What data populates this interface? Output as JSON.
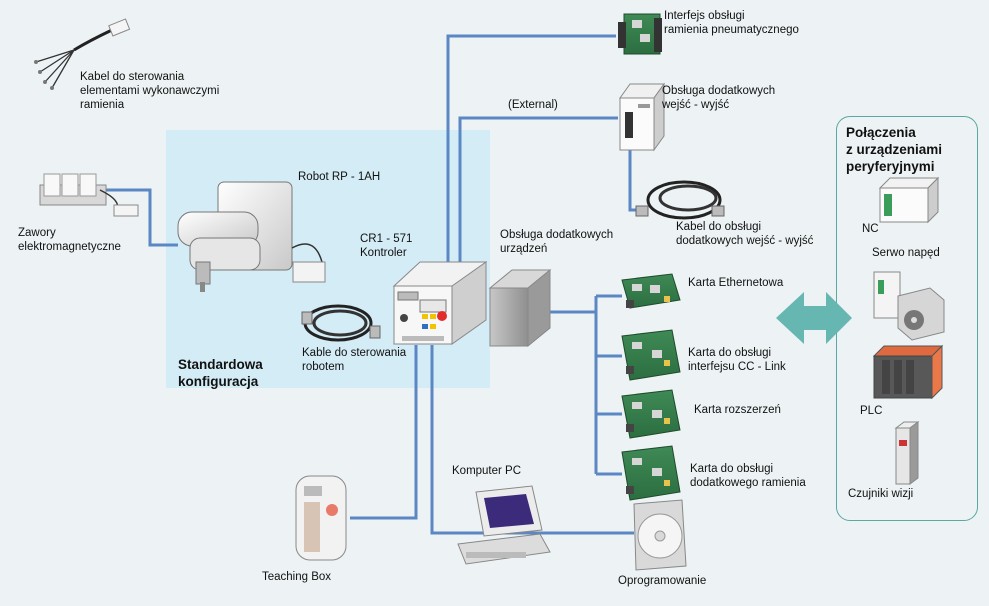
{
  "labels": {
    "robot": "Robot RP - 1AH",
    "controller": "CR1 - 571\nKontroler",
    "std_config": "Standardowa\nkonfiguracja",
    "robot_cables": "Kable do sterowania\nrobotem",
    "arm_cable": "Kabel do sterowania\nelementami wykonawczymi\nramienia",
    "valves": "Zawory\nelektromagnetyczne",
    "teaching_box": "Teaching Box",
    "pc": "Komputer PC",
    "software": "Oprogramowanie",
    "external": "(External)",
    "pneumatic_interface": "Interfejs obsługi\nramienia pneumatycznego",
    "io_support": "Obsługa dodatkowych\nwejść - wyjść",
    "io_cable": "Kabel do obsługi\ndodatkowych wejść - wyjść",
    "extra_devices": "Obsługa dodatkowych\nurządzeń",
    "card_ethernet": "Karta Ethernetowa",
    "card_cclink": "Karta do obsługi\ninterfejsu CC - Link",
    "card_expansion": "Karta rozszerzeń",
    "card_extra_arm": "Karta do obsługi\ndodatkowego ramienia",
    "periph_title": "Połączenia\nz urządzeniami\nperyferyjnymi",
    "nc": "NC",
    "servo": "Serwo napęd",
    "plc": "PLC",
    "vision": "Czujniki wizji"
  },
  "colors": {
    "link_line": "#5b87c4",
    "standard_zone": "#d4ecf6",
    "periph_border": "#5aa7a4",
    "double_arrow": "#66b6b2",
    "background": "#edf3f4"
  }
}
